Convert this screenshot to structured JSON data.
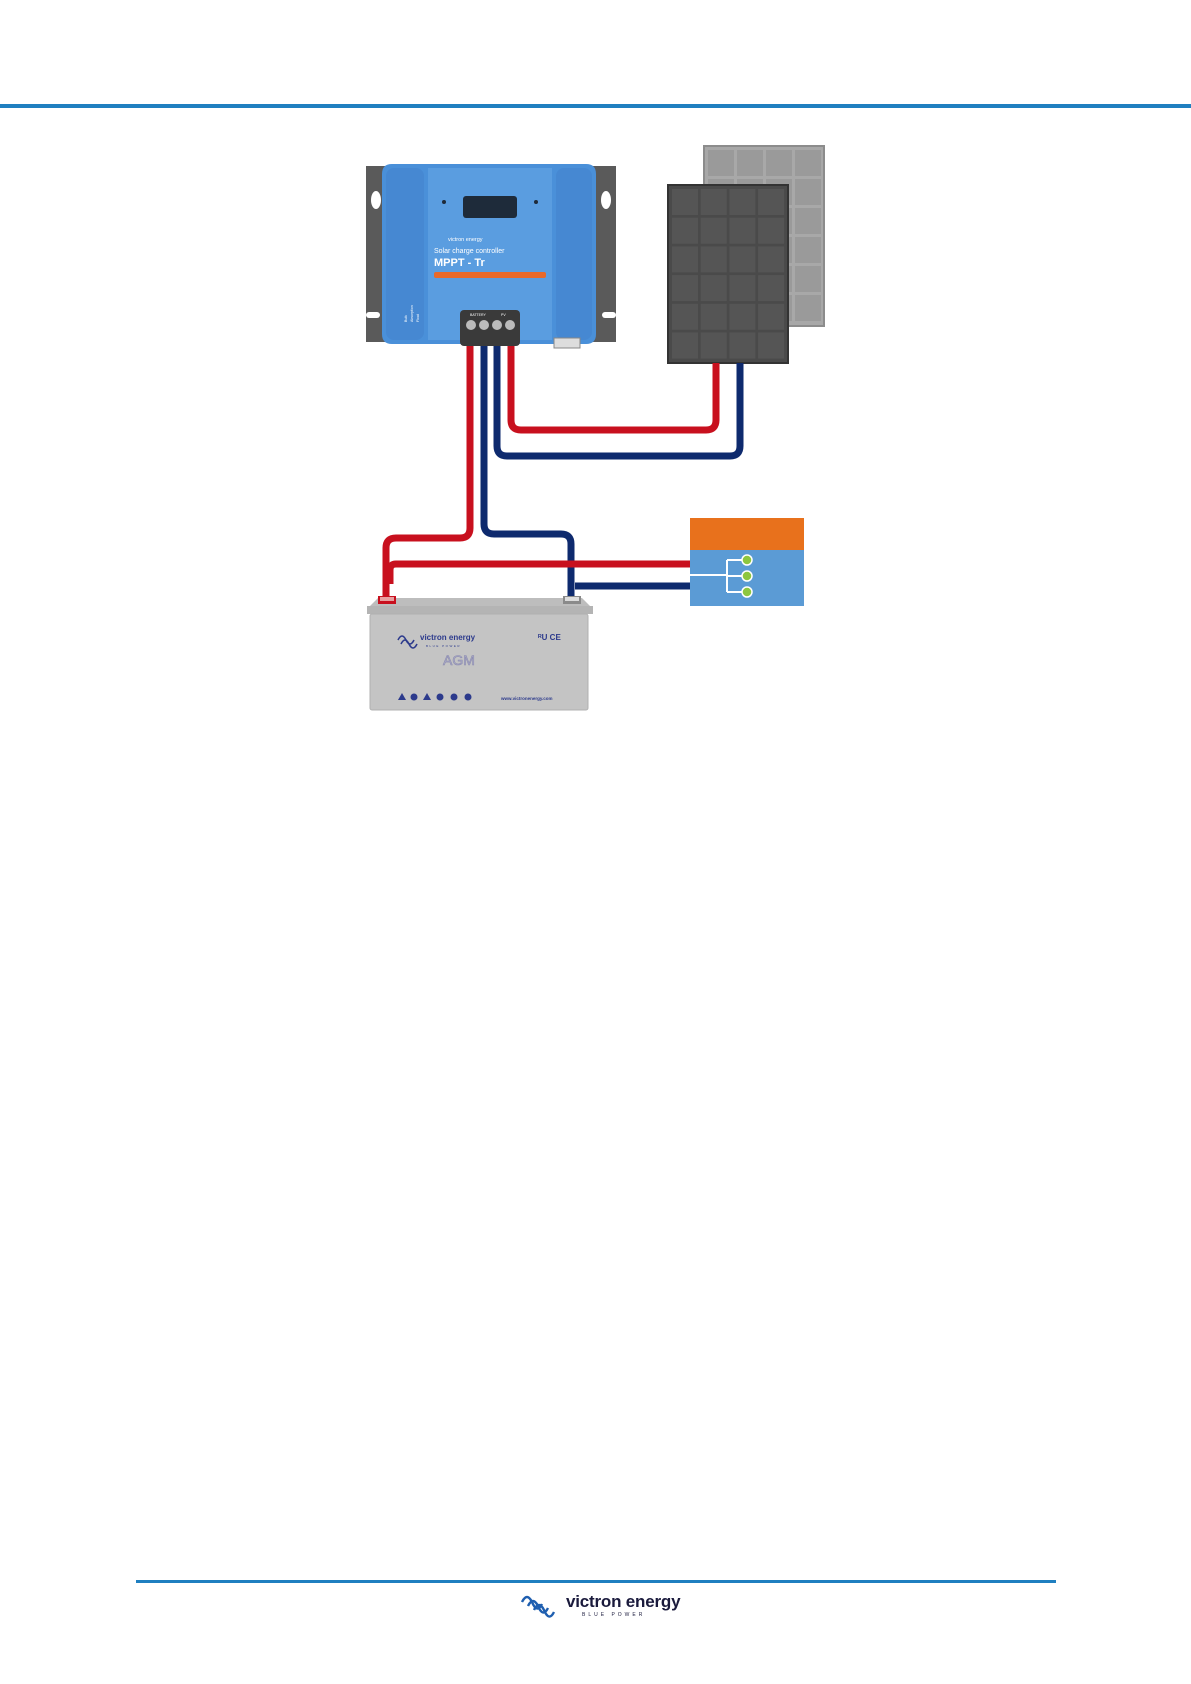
{
  "header": {
    "rule_color": "#1f7fc0"
  },
  "controller": {
    "brand": "victron energy",
    "subtitle": "Solar charge controller",
    "model": "MPPT - Tr",
    "terminal_labels": [
      "BATTERY",
      "PV"
    ],
    "side_labels": [
      "Bulk",
      "Absorption",
      "Float"
    ],
    "body_color": "#4a90d9",
    "accent_color": "#e8692a"
  },
  "battery": {
    "brand": "victron energy",
    "brand_tagline": "BLUE POWER",
    "type_label": "AGM",
    "website": "www.victronenergy.com",
    "cert_marks": "ᴿU  CE"
  },
  "distribution_box": {
    "top_color": "#e8711c",
    "body_color": "#5b9bd5",
    "node_color": "#8dc63f"
  },
  "wires": {
    "positive_color": "#c8101e",
    "negative_color": "#0e2a6e"
  },
  "footer": {
    "brand": "victron energy",
    "tagline": "BLUE POWER",
    "rule_color": "#1f7fc0"
  }
}
